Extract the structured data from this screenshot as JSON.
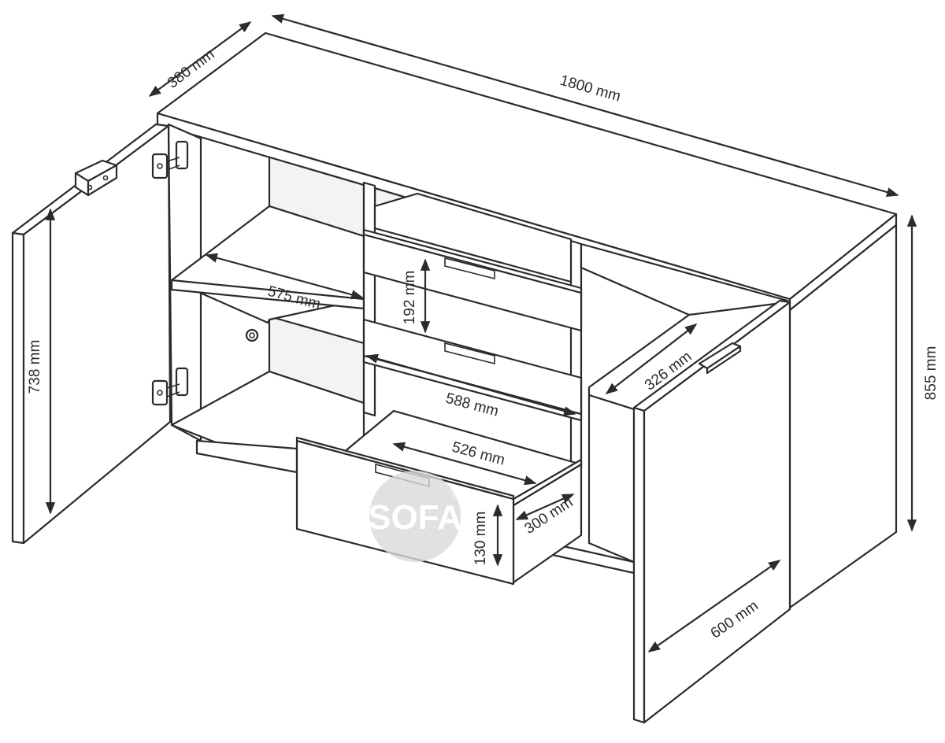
{
  "dimensions": {
    "depth": "380 mm",
    "width": "1800 mm",
    "door_height": "738 mm",
    "total_height": "855 mm",
    "shelf_width": "575 mm",
    "drawer_height": "192 mm",
    "drawer_width": "588 mm",
    "inner_drawer_width": "526 mm",
    "inner_drawer_depth": "300 mm",
    "inner_drawer_height": "130 mm",
    "right_shelf_depth": "326 mm",
    "door_width": "600 mm"
  },
  "watermark": {
    "text": "SOFA",
    "mark": "®"
  },
  "colors": {
    "line": "#2b2b2b",
    "background": "#ffffff",
    "watermark": "#d9d9d9"
  }
}
